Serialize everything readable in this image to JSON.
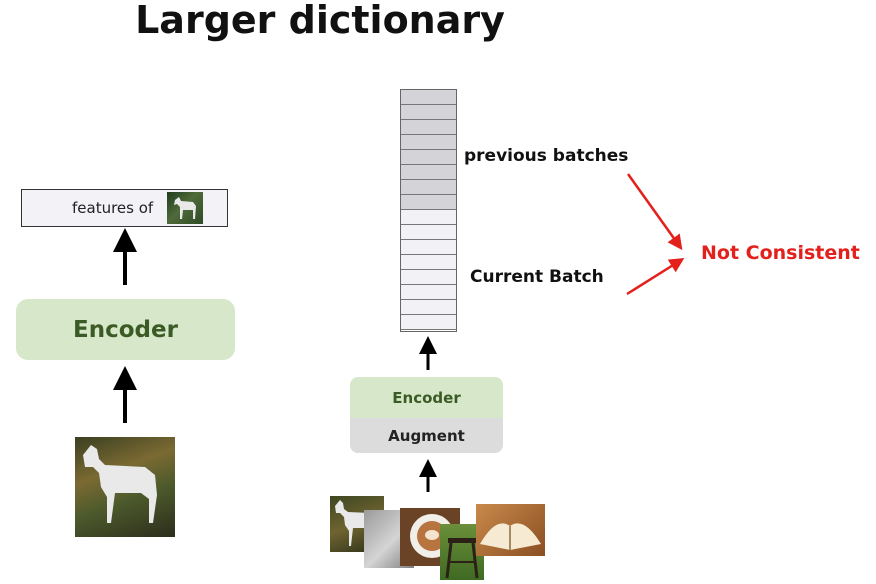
{
  "title": "Larger dictionary",
  "left": {
    "features_label": "features of",
    "encoder_label": "Encoder"
  },
  "right": {
    "queue": {
      "previous_cells": 8,
      "current_cells": 8
    },
    "previous_label": "previous batches",
    "current_label": "Current Batch",
    "not_consistent_label": "Not Consistent",
    "encoder_label": "Encoder",
    "augment_label": "Augment"
  },
  "colors": {
    "encoder_fill": "#d6e8c9",
    "encoder_text": "#3b5a25",
    "augment_fill": "#dcdcdc",
    "alert": "#e3201b"
  }
}
